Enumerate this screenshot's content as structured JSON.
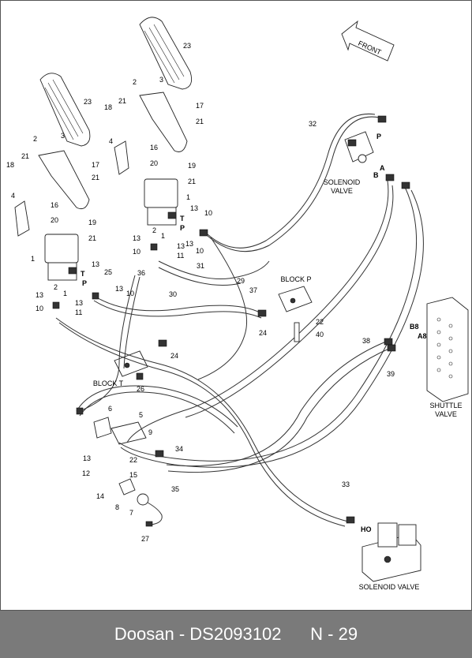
{
  "footer": {
    "brand_part": "Doosan - DS2093102",
    "page": "N - 29"
  },
  "diagram": {
    "front_label": "FRONT",
    "captions": {
      "solenoid_valve_top_1": "SOLENOID",
      "solenoid_valve_top_2": "VALVE",
      "block_p": "BLOCK P",
      "block_t": "BLOCK T",
      "shuttle_valve_1": "SHUTTLE",
      "shuttle_valve_2": "VALVE",
      "solenoid_valve_bottom": "SOLENOID VALVE"
    },
    "port_labels": {
      "t_left": "T",
      "p_left": "P",
      "t_mid": "T",
      "p_mid": "P",
      "p_sol": "P",
      "a_sol": "A",
      "b_sol": "B",
      "b8": "B8",
      "a8": "A8",
      "ho": "HO"
    },
    "part_numbers": {
      "n23a": "23",
      "n23b": "23",
      "n2a": "2",
      "n3a": "3",
      "n21a": "21",
      "n18a": "18",
      "n17a": "17",
      "n21b": "21",
      "n4a": "4",
      "n16a": "16",
      "n20a": "20",
      "n19a": "19",
      "n21c": "21",
      "n1a": "1",
      "n2b": "2",
      "n3b": "3",
      "n21d": "21",
      "n18b": "18",
      "n17b": "17",
      "n21e": "21",
      "n4b": "4",
      "n16b": "16",
      "n20b": "20",
      "n19b": "19",
      "n21f": "21",
      "n1b": "1",
      "n32": "32",
      "n13a": "13",
      "n10a": "10",
      "n2c": "2",
      "n1c": "1",
      "n13b": "13",
      "n10b": "10",
      "n13c": "13",
      "n11a": "11",
      "n13d": "13",
      "n10c": "10",
      "n31": "31",
      "n29": "29",
      "n30": "30",
      "n36": "36",
      "n13e": "13",
      "n25": "25",
      "n13f": "13",
      "n10d": "10",
      "n13g": "13",
      "n10e": "10",
      "n2d": "2",
      "n1d": "1",
      "n13h": "13",
      "n11b": "11",
      "n37": "37",
      "n24a": "24",
      "n22a": "22",
      "n40": "40",
      "n24b": "24",
      "n26": "26",
      "n38": "38",
      "n39": "39",
      "n6": "6",
      "n5": "5",
      "n9": "9",
      "n13i": "13",
      "n22b": "22",
      "n12": "12",
      "n15": "15",
      "n14": "14",
      "n8": "8",
      "n7": "7",
      "n27": "27",
      "n34": "34",
      "n35": "35",
      "n33": "33"
    }
  }
}
